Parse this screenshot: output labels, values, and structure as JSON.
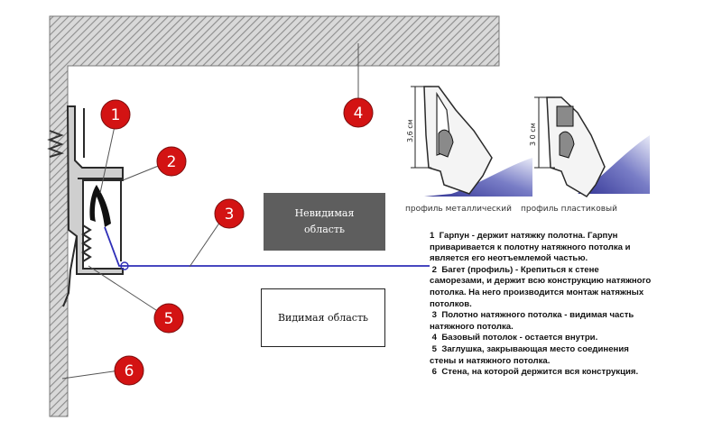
{
  "colors": {
    "marker": "#d31313",
    "ceiling_film": "#2f2fb8",
    "hatch": "#8c8c8c",
    "profile": "#2a2a2a"
  },
  "markers": [
    {
      "label": "1"
    },
    {
      "label": "2"
    },
    {
      "label": "3"
    },
    {
      "label": "4"
    },
    {
      "label": "5"
    },
    {
      "label": "6"
    }
  ],
  "regions": {
    "invisible": "Невидимая область",
    "visible": "Видимая область"
  },
  "profiles": {
    "metal": {
      "caption": "профиль металлический",
      "dimension": "3,6 см"
    },
    "plastic": {
      "caption": "профиль пластиковый",
      "dimension": "3 0 см"
    }
  },
  "legend": [
    "1  Гарпун - держит натяжку полотна. Гарпун приваривается к полотну натяжного потолка и является его неотъемлемой частью.",
    " 2  Багет (профиль) - Крепиться к стене саморезами, и держит всю конструкцию натяжного потолка. На него производится монтаж натяжных потолков.",
    " 3  Полотно натяжного потолка - видимая часть натяжного потолка.",
    " 4  Базовый потолок - остается внутри.",
    " 5  Заглушка, закрывающая место соединения стены и натяжного потолка.",
    " 6  Стена, на которой держится вся конструкция."
  ]
}
